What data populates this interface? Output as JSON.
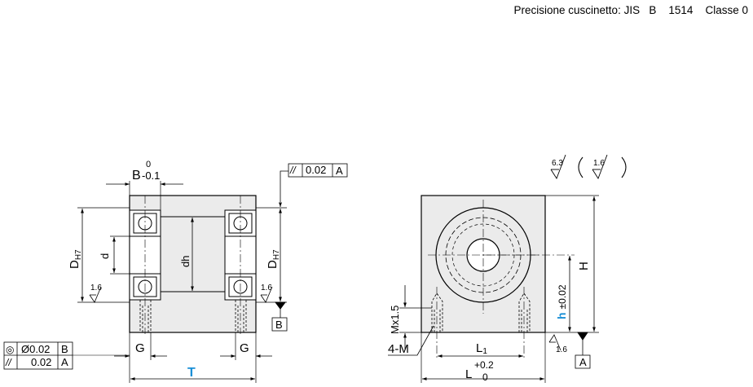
{
  "header": {
    "label": "Precisione cuscinetto:",
    "standard": "JIS",
    "grade_letter": "B",
    "code": "1514",
    "class": "Classe 0"
  },
  "front_view": {
    "width_label": "B",
    "width_tol_upper": "0",
    "width_tol_lower": "-0.1",
    "parallelism_symbol": "//",
    "parallelism_value": "0.02",
    "parallelism_datum": "A",
    "bore_main": "D",
    "bore_sub": "H7",
    "inner_d": "d",
    "inner_dh": "dh",
    "roughness": "1.6",
    "datum_b": "B",
    "g_left": "G",
    "g_right": "G",
    "total_length": "T",
    "concentricity_symbol": "◎",
    "concentricity_value": "Ø0.02",
    "concentricity_datum": "B",
    "parallel2_symbol": "//",
    "parallel2_value": "0.02",
    "parallel2_datum": "A"
  },
  "side_view": {
    "roughness_general": "6.3",
    "roughness_other": "1.6",
    "height_label": "H",
    "center_height_label": "h",
    "center_height_tol": "±0.02",
    "thread_label": "Mx1.5",
    "hole_count_label": "4-M",
    "l1_main": "L",
    "l1_sub": "1",
    "length_main": "L",
    "length_tol_upper": "+0.2",
    "length_tol_lower": "0",
    "datum_a": "A",
    "base_roughness": "1.6"
  },
  "colors": {
    "dimension_accent": "#1a8fd6",
    "body_fill": "#ebebeb"
  }
}
